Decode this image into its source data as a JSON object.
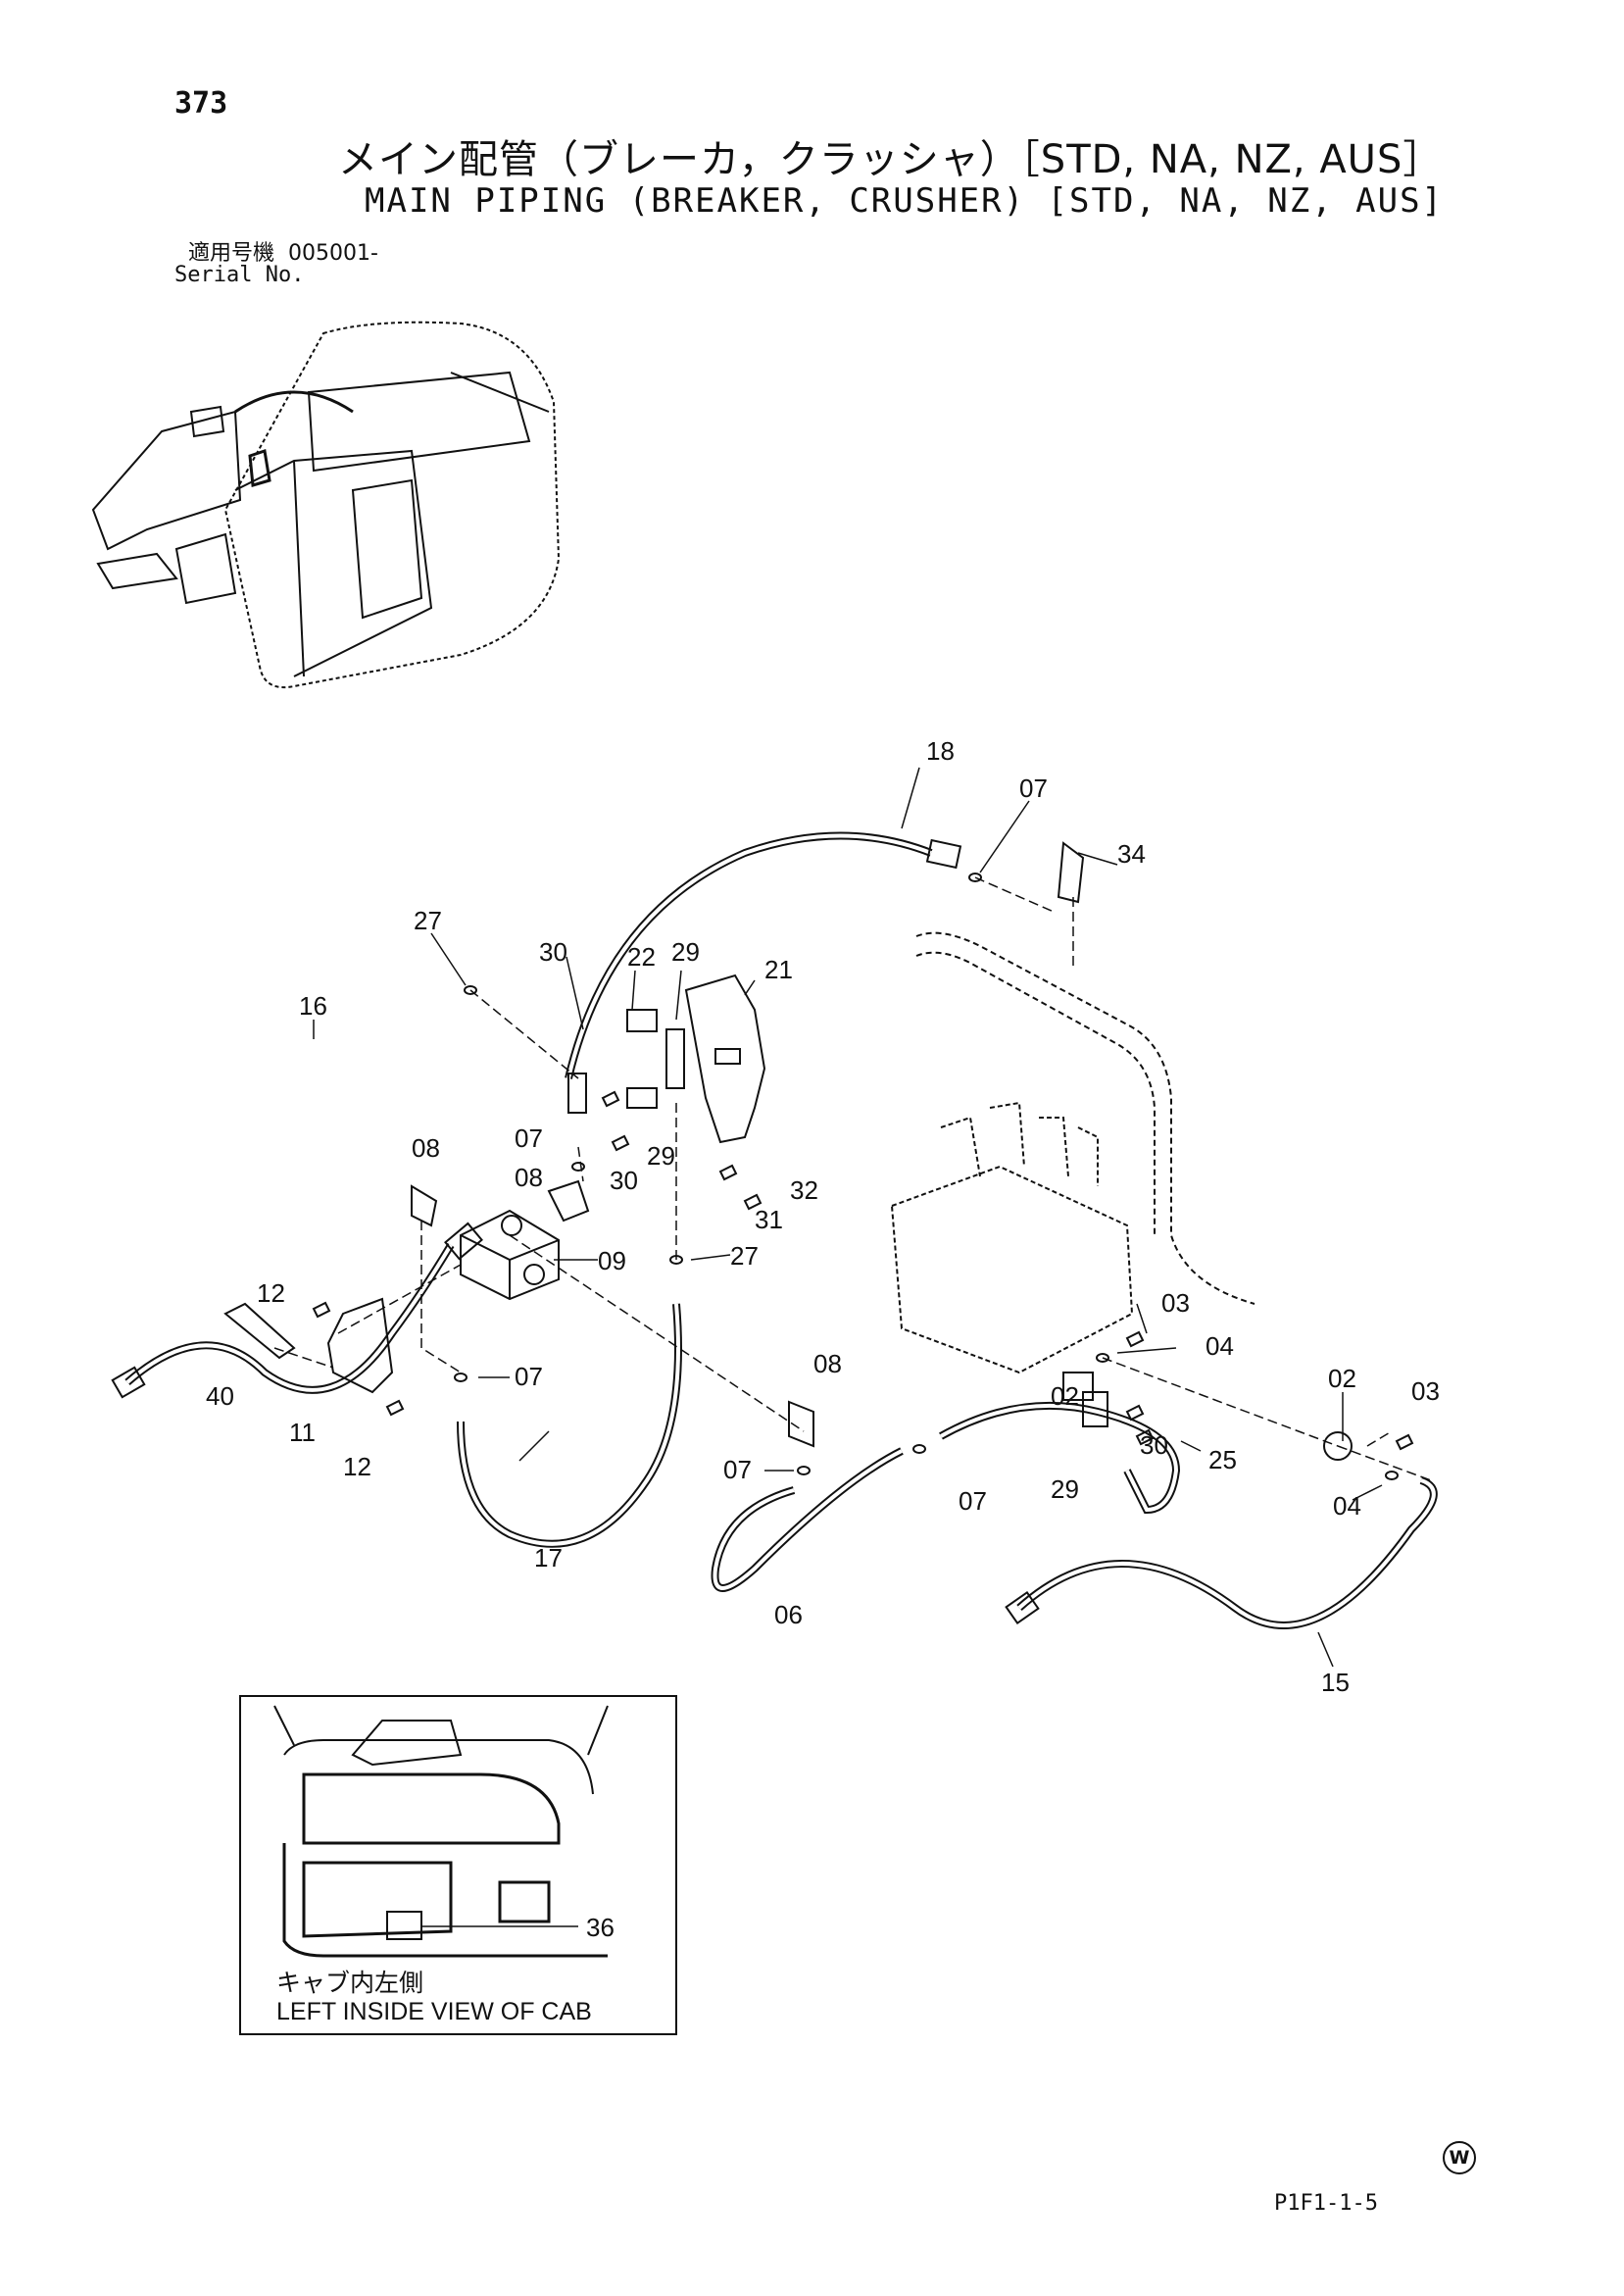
{
  "header": {
    "page_number": "373",
    "title_jp": "メイン配管（ブレーカ，クラッシャ）［STD, NA, NZ, AUS］",
    "title_en": "MAIN PIPING (BREAKER, CRUSHER) [STD, NA, NZ, AUS]",
    "serial_label_jp": "適用号機",
    "serial_value": "005001-",
    "serial_label_en": "Serial No."
  },
  "callouts": {
    "c18": "18",
    "c07a": "07",
    "c34": "34",
    "c27a": "27",
    "c30a": "30",
    "c22": "22",
    "c29a": "29",
    "c21": "21",
    "c16": "16",
    "c07b": "07",
    "c08a": "08",
    "c08b": "08",
    "c30b": "30",
    "c29b": "29",
    "c32": "32",
    "c31": "31",
    "c27b": "27",
    "c09": "09",
    "c12a": "12",
    "c40": "40",
    "c11": "11",
    "c12b": "12",
    "c07c": "07",
    "c17": "17",
    "c08c": "08",
    "c07d": "07",
    "c07e": "07",
    "c06": "06",
    "c03a": "03",
    "c04a": "04",
    "c02a": "02",
    "c29c": "29",
    "c30c": "30",
    "c25": "25",
    "c02b": "02",
    "c03b": "03",
    "c04b": "04",
    "c15": "15",
    "c36": "36"
  },
  "inset": {
    "caption_jp": "キャブ内左側",
    "caption_en": "LEFT INSIDE VIEW OF CAB"
  },
  "footer": {
    "w_mark": "W",
    "drawing_code": "P1F1-1-5"
  }
}
